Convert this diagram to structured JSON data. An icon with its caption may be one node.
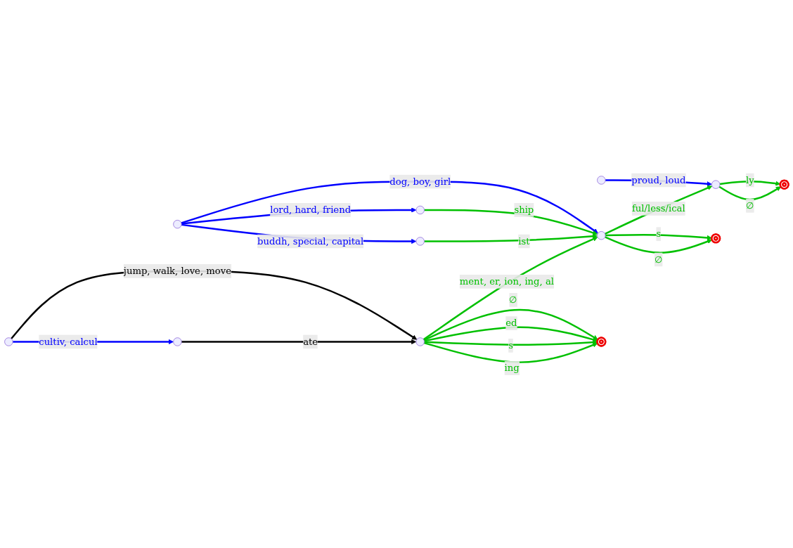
{
  "diagram": {
    "nodes": [
      {
        "text": [],
        "shape": "circle"
      },
      {
        "text": [],
        "shape": "circle"
      },
      {
        "text": [],
        "shape": "target"
      },
      {
        "text": [],
        "shape": "circle"
      },
      {
        "text": [],
        "shape": "circle"
      },
      {
        "text": [],
        "shape": "circle"
      },
      {
        "text": [],
        "shape": "circle"
      },
      {
        "text": [],
        "shape": "target"
      },
      {
        "text": [],
        "shape": "circle"
      },
      {
        "text": [],
        "shape": "circle"
      },
      {
        "text": [],
        "shape": "circle"
      },
      {
        "text": [],
        "shape": "target"
      }
    ],
    "edges": [
      {
        "from": 0,
        "to": 1,
        "arrow": "to",
        "label": "proud, loud",
        "color": "#0000ff"
      },
      {
        "from": 1,
        "to": 2,
        "arrow": "to",
        "label": "ly"
      },
      {
        "from": 1,
        "to": 2,
        "arrow": "to",
        "label": "∅"
      },
      {
        "from": 3,
        "to": 4,
        "arrow": "to",
        "label": "lord, hard, friend",
        "color": "#0000ff"
      },
      {
        "from": 3,
        "to": 5,
        "arrow": "to",
        "label": "buddh, special, capital",
        "color": "#0000ff"
      },
      {
        "from": 3,
        "to": 6,
        "arrow": "to",
        "label": "dog, boy, girl",
        "color": "#0000ff"
      },
      {
        "from": 4,
        "to": 6,
        "arrow": "to",
        "label": "ship"
      },
      {
        "from": 5,
        "to": 6,
        "arrow": "to",
        "label": "ist"
      },
      {
        "from": 6,
        "to": 1,
        "arrow": "to",
        "label": "ful/less/ical"
      },
      {
        "from": 6,
        "to": 7,
        "arrow": "to",
        "label": "s"
      },
      {
        "from": 6,
        "to": 7,
        "arrow": "to",
        "label": "∅"
      },
      {
        "from": 8,
        "to": 9,
        "arrow": "to",
        "label": "cultiv, calcul",
        "color": "#0000ff"
      },
      {
        "from": 8,
        "to": 10,
        "arrow": "to",
        "label": "jump, walk, love, move",
        "color": "#000000"
      },
      {
        "from": 9,
        "to": 10,
        "arrow": "to",
        "label": "ate",
        "color": "#000000"
      },
      {
        "from": 10,
        "to": 6,
        "arrow": "to",
        "label": "ment, er, ion, ing, al"
      },
      {
        "from": 10,
        "to": 11,
        "arrow": "to",
        "label": "∅"
      },
      {
        "from": 10,
        "to": 11,
        "arrow": "to",
        "label": "ed"
      },
      {
        "from": 10,
        "to": 11,
        "arrow": "to",
        "label": "s"
      },
      {
        "from": 10,
        "to": 11,
        "arrow": "to",
        "label": "ing"
      }
    ]
  }
}
